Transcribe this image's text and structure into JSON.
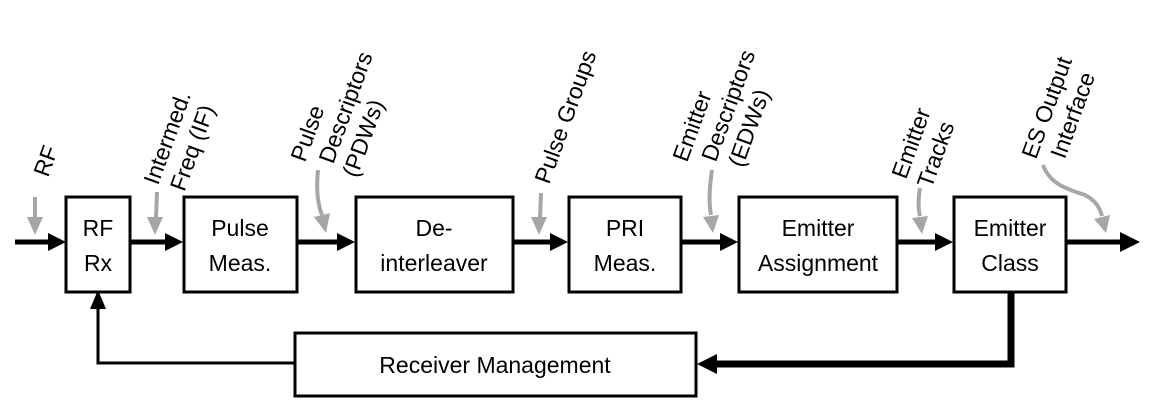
{
  "blocks": {
    "rf_rx": {
      "line1": "RF",
      "line2": "Rx"
    },
    "pulse_meas": {
      "line1": "Pulse",
      "line2": "Meas."
    },
    "deinterleaver": {
      "line1": "De-",
      "line2": "interleaver"
    },
    "pri_meas": {
      "line1": "PRI",
      "line2": "Meas."
    },
    "emitter_assignment": {
      "line1": "Emitter",
      "line2": "Assignment"
    },
    "emitter_class": {
      "line1": "Emitter",
      "line2": "Class"
    },
    "receiver_management": {
      "label": "Receiver Management"
    }
  },
  "signals": {
    "rf": {
      "line1": "RF"
    },
    "if": {
      "line1": "Intermed.",
      "line2": "Freq (IF)"
    },
    "pdw": {
      "line1": "Pulse",
      "line2": "Descriptors",
      "line3": "(PDWs)"
    },
    "pulse_groups": {
      "line1": "Pulse Groups"
    },
    "edw": {
      "line1": "Emitter",
      "line2": "Descriptors",
      "line3": "(EDWs)"
    },
    "tracks": {
      "line1": "Emitter",
      "line2": "Tracks"
    },
    "es_output": {
      "line1": "ES Output",
      "line2": "Interface"
    }
  },
  "colors": {
    "line": "#000000",
    "pointer": "#a6a6a6",
    "background": "#ffffff"
  }
}
